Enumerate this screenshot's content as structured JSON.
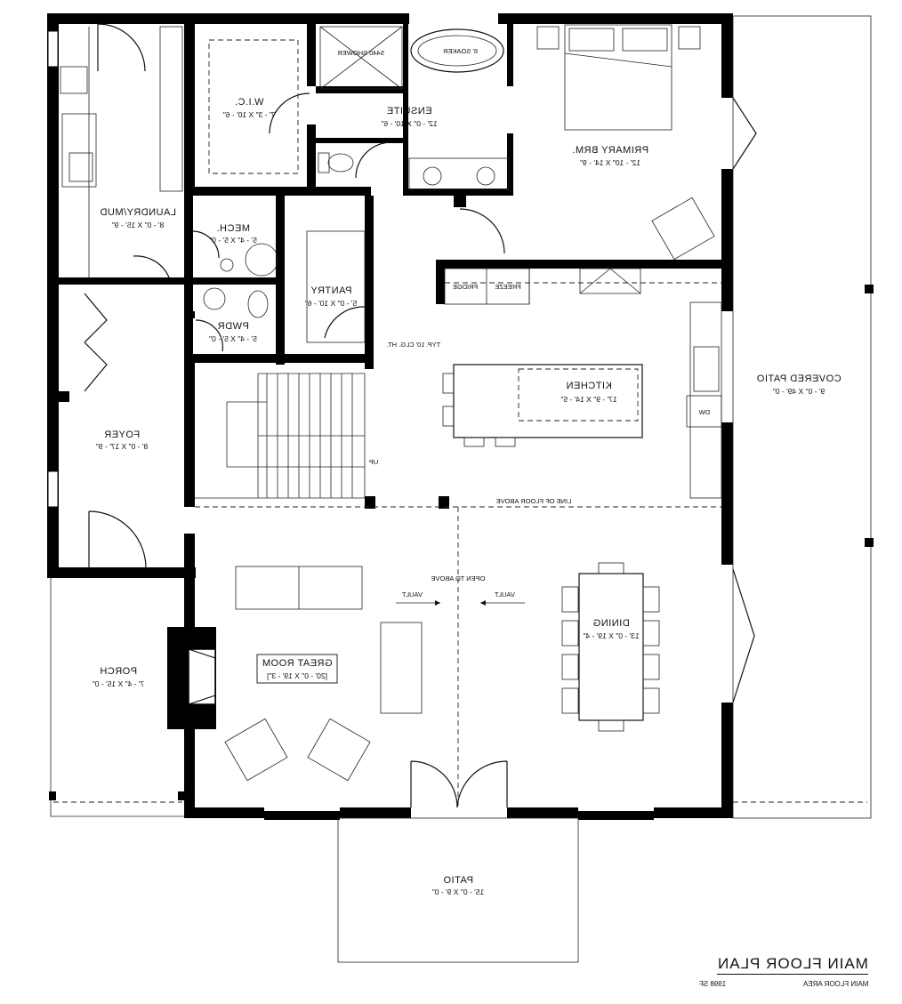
{
  "plan": {
    "title": "MAIN FLOOR PLAN",
    "area_label": "MAIN FLOOR AREA",
    "area_value": "1998 SF"
  },
  "rooms": {
    "wic": {
      "name": "W.I.C.",
      "size": "7' - 3\" X 10' - 6\""
    },
    "ensuite": {
      "name": "ENSUITE",
      "size": "12' - 0\" X 10' - 6\""
    },
    "primary": {
      "name": "PRIMARY BRM.",
      "size": "12' - 10\" X 14' - 9\""
    },
    "laundry": {
      "name": "LAUNDRY/MUD",
      "size": "8' - 0\" X 15' - 9\""
    },
    "mech": {
      "name": "MECH.",
      "size": "5' - 4\" X 5' - 0\""
    },
    "pantry": {
      "name": "PANTRY",
      "size": "5' - 0\" X 10' - 6\""
    },
    "pwdr": {
      "name": "PWDR",
      "size": "5' - 4\" X 5' - 0\""
    },
    "foyer": {
      "name": "FOYER",
      "size": "8' - 0\" X 17' - 9\""
    },
    "kitchen": {
      "name": "KITCHEN",
      "size": "17' - 9\" X 14' - 5\""
    },
    "covered_patio": {
      "name": "COVERED PATIO",
      "size": "9' - 0\" X 49' - 0\""
    },
    "porch": {
      "name": "PORCH",
      "size": "7' - 4\" X 15' - 0\""
    },
    "great_room": {
      "name": "GREAT ROOM",
      "size": "[20' - 0\" X 19' - 3\"]"
    },
    "dining": {
      "name": "DINING",
      "size": "13' - 0\" X 19' - 4\""
    },
    "patio": {
      "name": "PATIO",
      "size": "15' - 0\" X 9' - 0\""
    }
  },
  "fixtures": {
    "shower": "5440 SHOWER",
    "soaker": "6' SOAKER",
    "fridge": "FRIDGE",
    "freeze": "FREEZE",
    "dw": "DW",
    "up": "UP"
  },
  "notes": {
    "ceiling": "TYP. 10' CLG. HT.",
    "floor_above": "LINE OF FLOOR ABOVE",
    "open_above": "OPEN TO ABOVE",
    "vault_left": "VAULT",
    "vault_right": "VAULT"
  }
}
